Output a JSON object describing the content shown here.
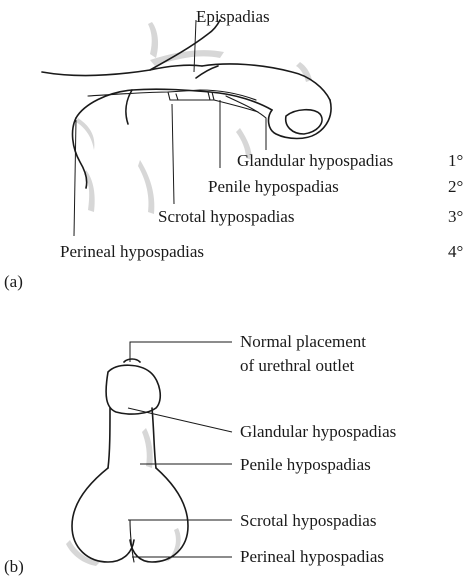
{
  "panel_a": {
    "panel_label": "(a)",
    "labels": {
      "epispadias": "Epispadias",
      "glandular": "Glandular hypospadias",
      "penile": "Penile hypospadias",
      "scrotal": "Scrotal hypospadias",
      "perineal": "Perineal hypospadias"
    },
    "degrees": {
      "glandular": "1°",
      "penile": "2°",
      "scrotal": "3°",
      "perineal": "4°"
    }
  },
  "panel_b": {
    "panel_label": "(b)",
    "labels": {
      "normal_line1": "Normal placement",
      "normal_line2": "of urethral outlet",
      "glandular": "Glandular hypospadias",
      "penile": "Penile hypospadias",
      "scrotal": "Scrotal hypospadias",
      "perineal": "Perineal hypospadias"
    }
  }
}
